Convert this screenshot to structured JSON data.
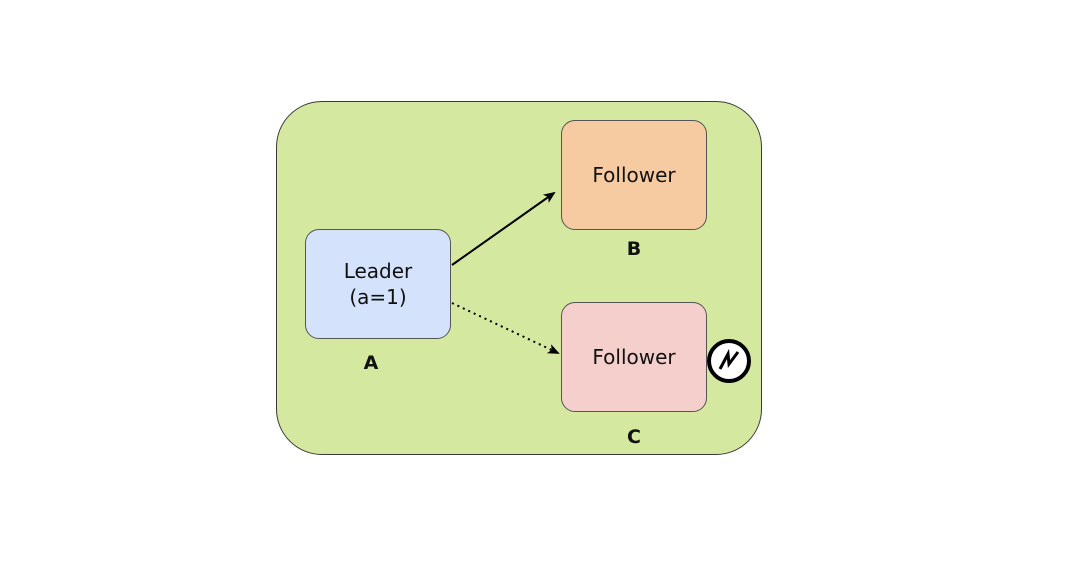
{
  "colors": {
    "cluster_fill": "#d5e8a0",
    "leader_fill": "#d4e3fb",
    "follower_b_fill": "#f7cba1",
    "follower_c_fill": "#f4cfcb",
    "edge": "#000000"
  },
  "nodes": {
    "leader": {
      "title": "Leader",
      "value": "(a=1)",
      "caption": "A"
    },
    "follower_b": {
      "title": "Follower",
      "caption": "B"
    },
    "follower_c": {
      "title": "Follower",
      "caption": "C",
      "status_icon": "lightning-fault-icon"
    }
  },
  "edges": [
    {
      "from": "A",
      "to": "B",
      "style": "solid",
      "arrow": "end"
    },
    {
      "from": "A",
      "to": "C",
      "style": "dotted",
      "arrow": "end"
    }
  ]
}
